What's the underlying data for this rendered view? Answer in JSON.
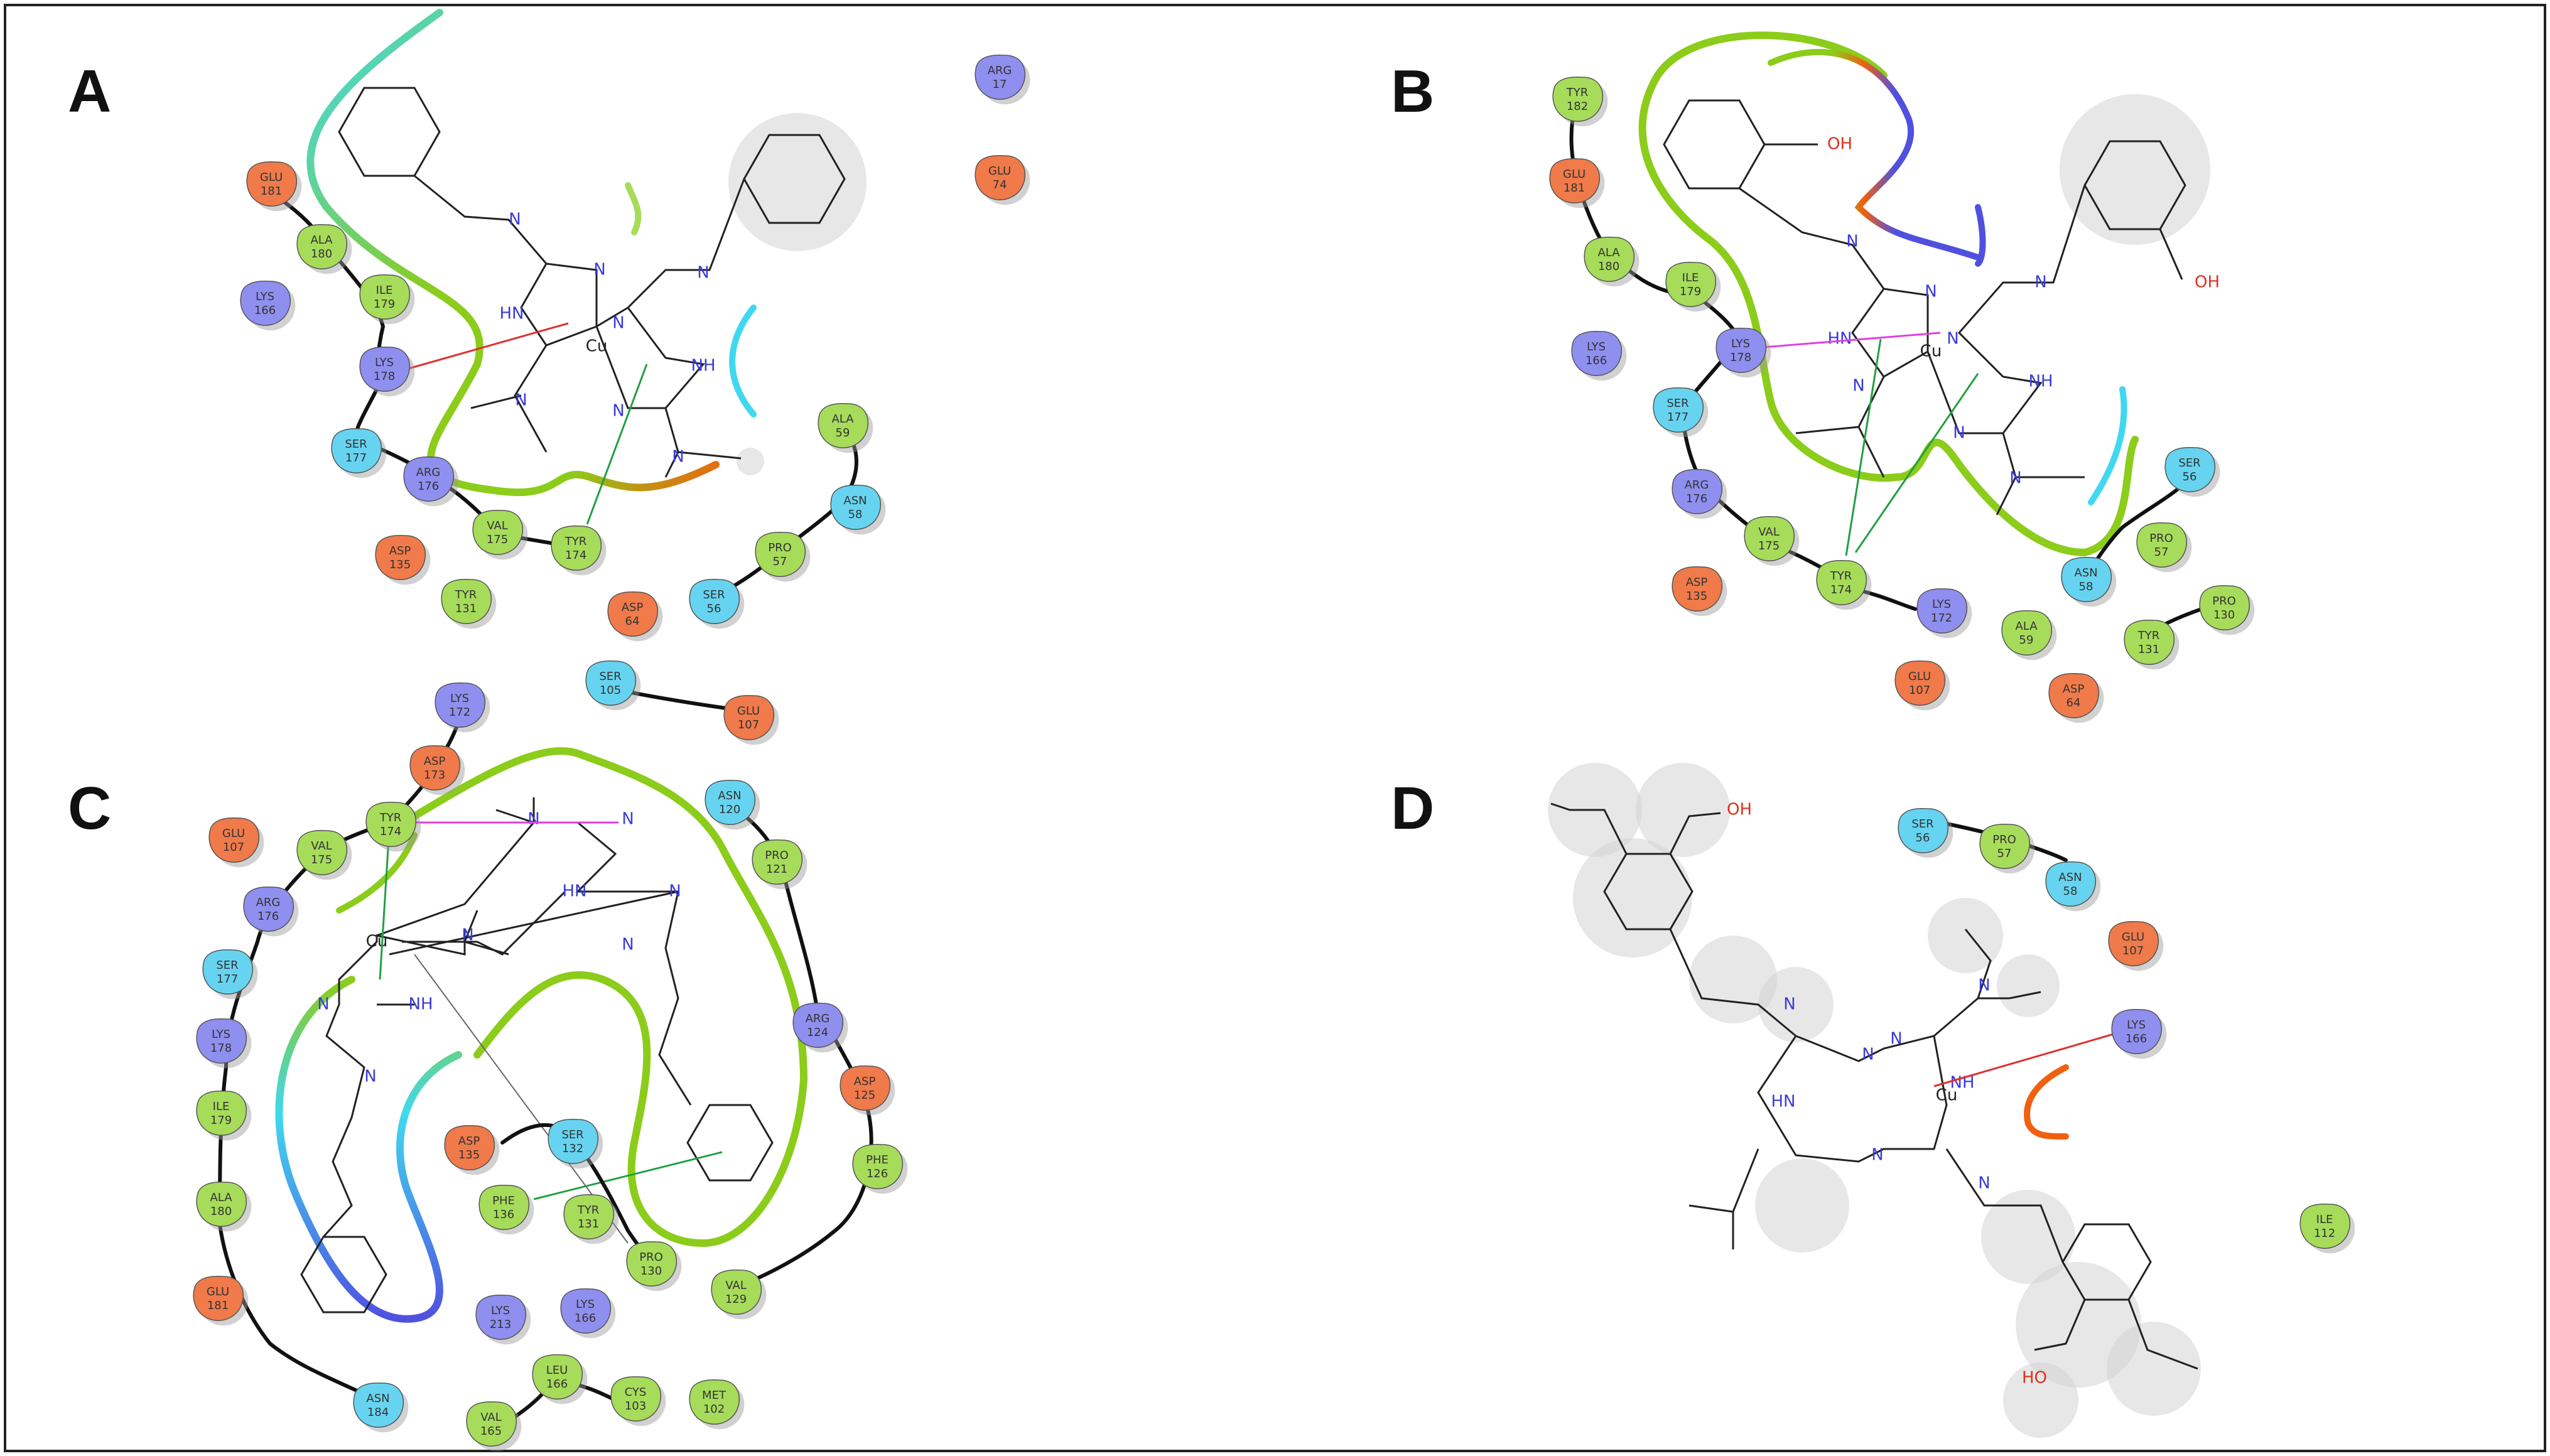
{
  "panels": [
    {
      "letter": "A",
      "ligand_atoms": [
        "N",
        "N",
        "HN",
        "N",
        "Cu",
        "N",
        "NH",
        "N",
        "N",
        "N"
      ],
      "residues": [
        {
          "name": "ARG",
          "num": "17",
          "type": "pos"
        },
        {
          "name": "GLU",
          "num": "74",
          "type": "neg"
        },
        {
          "name": "GLU",
          "num": "181",
          "type": "neg"
        },
        {
          "name": "ALA",
          "num": "180",
          "type": "hyd"
        },
        {
          "name": "LYS",
          "num": "166",
          "type": "pos"
        },
        {
          "name": "ILE",
          "num": "179",
          "type": "hyd"
        },
        {
          "name": "LYS",
          "num": "178",
          "type": "pos"
        },
        {
          "name": "SER",
          "num": "177",
          "type": "pol"
        },
        {
          "name": "ARG",
          "num": "176",
          "type": "pos"
        },
        {
          "name": "VAL",
          "num": "175",
          "type": "hyd"
        },
        {
          "name": "TYR",
          "num": "174",
          "type": "hyd"
        },
        {
          "name": "ASP",
          "num": "135",
          "type": "neg"
        },
        {
          "name": "TYR",
          "num": "131",
          "type": "hyd"
        },
        {
          "name": "ASP",
          "num": "64",
          "type": "neg"
        },
        {
          "name": "SER",
          "num": "56",
          "type": "pol"
        },
        {
          "name": "PRO",
          "num": "57",
          "type": "hyd"
        },
        {
          "name": "ASN",
          "num": "58",
          "type": "pol"
        },
        {
          "name": "ALA",
          "num": "59",
          "type": "hyd"
        }
      ]
    },
    {
      "letter": "B",
      "ligand_atoms": [
        "OH",
        "N",
        "N",
        "HN",
        "N",
        "Cu",
        "N",
        "NH",
        "N",
        "N",
        "N",
        "OH"
      ],
      "residues": [
        {
          "name": "TYR",
          "num": "182",
          "type": "hyd"
        },
        {
          "name": "GLU",
          "num": "181",
          "type": "neg"
        },
        {
          "name": "ALA",
          "num": "180",
          "type": "hyd"
        },
        {
          "name": "ILE",
          "num": "179",
          "type": "hyd"
        },
        {
          "name": "LYS",
          "num": "166",
          "type": "pos"
        },
        {
          "name": "LYS",
          "num": "178",
          "type": "pos"
        },
        {
          "name": "SER",
          "num": "177",
          "type": "pol"
        },
        {
          "name": "ARG",
          "num": "176",
          "type": "pos"
        },
        {
          "name": "VAL",
          "num": "175",
          "type": "hyd"
        },
        {
          "name": "TYR",
          "num": "174",
          "type": "hyd"
        },
        {
          "name": "LYS",
          "num": "172",
          "type": "pos"
        },
        {
          "name": "ASP",
          "num": "135",
          "type": "neg"
        },
        {
          "name": "GLU",
          "num": "107",
          "type": "neg"
        },
        {
          "name": "ALA",
          "num": "59",
          "type": "hyd"
        },
        {
          "name": "ASN",
          "num": "58",
          "type": "pol"
        },
        {
          "name": "PRO",
          "num": "57",
          "type": "hyd"
        },
        {
          "name": "SER",
          "num": "56",
          "type": "pol"
        },
        {
          "name": "ASP",
          "num": "64",
          "type": "neg"
        },
        {
          "name": "TYR",
          "num": "131",
          "type": "hyd"
        },
        {
          "name": "PRO",
          "num": "130",
          "type": "hyd"
        }
      ]
    },
    {
      "letter": "C",
      "ligand_atoms": [
        "N",
        "HN",
        "N",
        "N",
        "Cu",
        "N",
        "N",
        "NH",
        "N",
        "N"
      ],
      "residues": [
        {
          "name": "LYS",
          "num": "172",
          "type": "pos"
        },
        {
          "name": "SER",
          "num": "105",
          "type": "pol"
        },
        {
          "name": "GLU",
          "num": "107",
          "type": "neg"
        },
        {
          "name": "ASP",
          "num": "173",
          "type": "neg"
        },
        {
          "name": "TYR",
          "num": "174",
          "type": "hyd"
        },
        {
          "name": "GLU",
          "num": "107",
          "type": "neg"
        },
        {
          "name": "VAL",
          "num": "175",
          "type": "hyd"
        },
        {
          "name": "ASN",
          "num": "120",
          "type": "pol"
        },
        {
          "name": "PRO",
          "num": "121",
          "type": "hyd"
        },
        {
          "name": "ARG",
          "num": "176",
          "type": "pos"
        },
        {
          "name": "SER",
          "num": "177",
          "type": "pol"
        },
        {
          "name": "LYS",
          "num": "178",
          "type": "pos"
        },
        {
          "name": "ARG",
          "num": "124",
          "type": "pos"
        },
        {
          "name": "ASP",
          "num": "125",
          "type": "neg"
        },
        {
          "name": "ILE",
          "num": "179",
          "type": "hyd"
        },
        {
          "name": "ASP",
          "num": "135",
          "type": "neg"
        },
        {
          "name": "SER",
          "num": "132",
          "type": "pol"
        },
        {
          "name": "PHE",
          "num": "126",
          "type": "hyd"
        },
        {
          "name": "ALA",
          "num": "180",
          "type": "hyd"
        },
        {
          "name": "PHE",
          "num": "136",
          "type": "hyd"
        },
        {
          "name": "TYR",
          "num": "131",
          "type": "hyd"
        },
        {
          "name": "PRO",
          "num": "130",
          "type": "hyd"
        },
        {
          "name": "GLU",
          "num": "181",
          "type": "neg"
        },
        {
          "name": "VAL",
          "num": "129",
          "type": "hyd"
        },
        {
          "name": "LYS",
          "num": "213",
          "type": "pos"
        },
        {
          "name": "LYS",
          "num": "166",
          "type": "pos"
        },
        {
          "name": "LEU",
          "num": "166",
          "type": "hyd"
        },
        {
          "name": "CYS",
          "num": "103",
          "type": "hyd"
        },
        {
          "name": "MET",
          "num": "102",
          "type": "hyd"
        },
        {
          "name": "ASN",
          "num": "184",
          "type": "pol"
        },
        {
          "name": "VAL",
          "num": "165",
          "type": "hyd"
        }
      ]
    },
    {
      "letter": "D",
      "ligand_atoms": [
        "OH",
        "N",
        "N",
        "HN",
        "N",
        "N",
        "Cu",
        "NH",
        "N",
        "N",
        "HO"
      ],
      "residues": [
        {
          "name": "SER",
          "num": "56",
          "type": "pol"
        },
        {
          "name": "PRO",
          "num": "57",
          "type": "hyd"
        },
        {
          "name": "ASN",
          "num": "58",
          "type": "pol"
        },
        {
          "name": "GLU",
          "num": "107",
          "type": "neg"
        },
        {
          "name": "LYS",
          "num": "166",
          "type": "pos"
        },
        {
          "name": "ILE",
          "num": "112",
          "type": "hyd"
        }
      ]
    }
  ],
  "colors": {
    "pos": "#8f8ff0",
    "neg": "#f07a4a",
    "hyd": "#a6dc5a",
    "pol": "#66d4f0",
    "pocket_hyd": "#8ccc1a",
    "pocket_neg": "#f06010",
    "pocket_pos": "#5050e0",
    "pocket_pol": "#40d0f0",
    "hbond": "#e040e0",
    "pi_cation": "#e03030",
    "pi_stack": "#20a040"
  }
}
